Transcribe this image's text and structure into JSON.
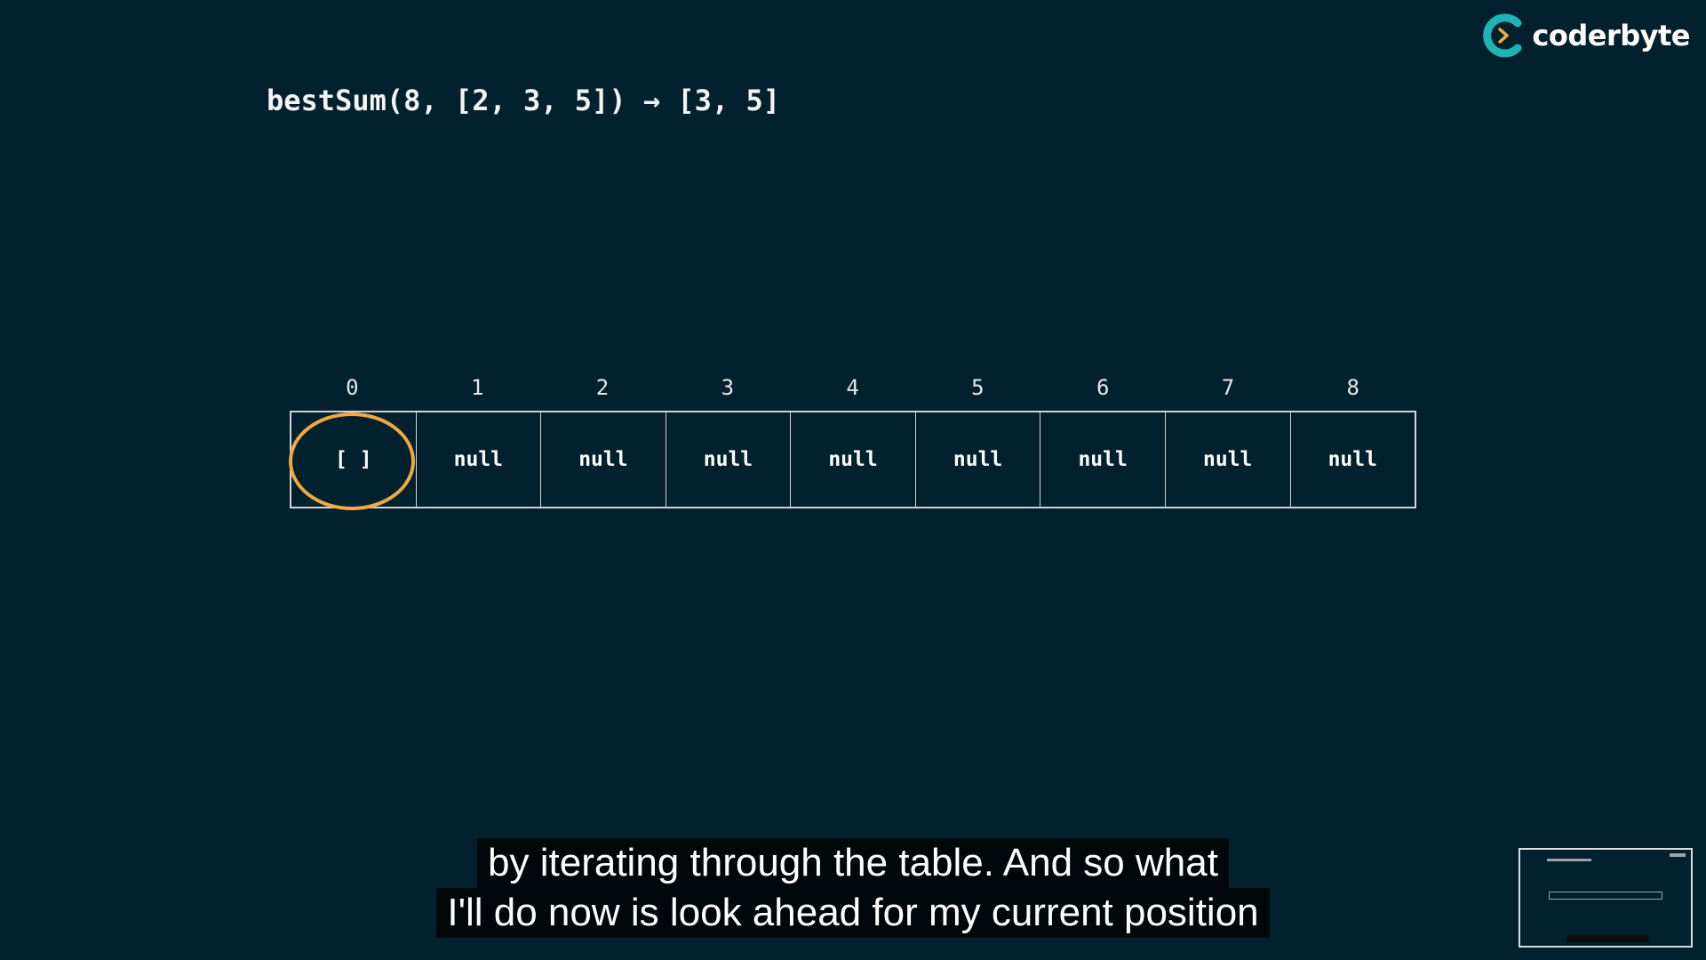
{
  "brand": {
    "name": "coderbyte",
    "accent": "#1fb3b3",
    "arrow_color": "#f0a840"
  },
  "slide": {
    "title": "bestSum(8, [2, 3, 5]) → [3, 5]",
    "indices": [
      "0",
      "1",
      "2",
      "3",
      "4",
      "5",
      "6",
      "7",
      "8"
    ],
    "cells": [
      "[ ]",
      "null",
      "null",
      "null",
      "null",
      "null",
      "null",
      "null",
      "null"
    ],
    "highlighted_index": 0,
    "highlight_color": "#f0a840"
  },
  "captions": {
    "line1": "by iterating through the table. And so what",
    "line2": "I'll do now is look ahead for my current position"
  }
}
